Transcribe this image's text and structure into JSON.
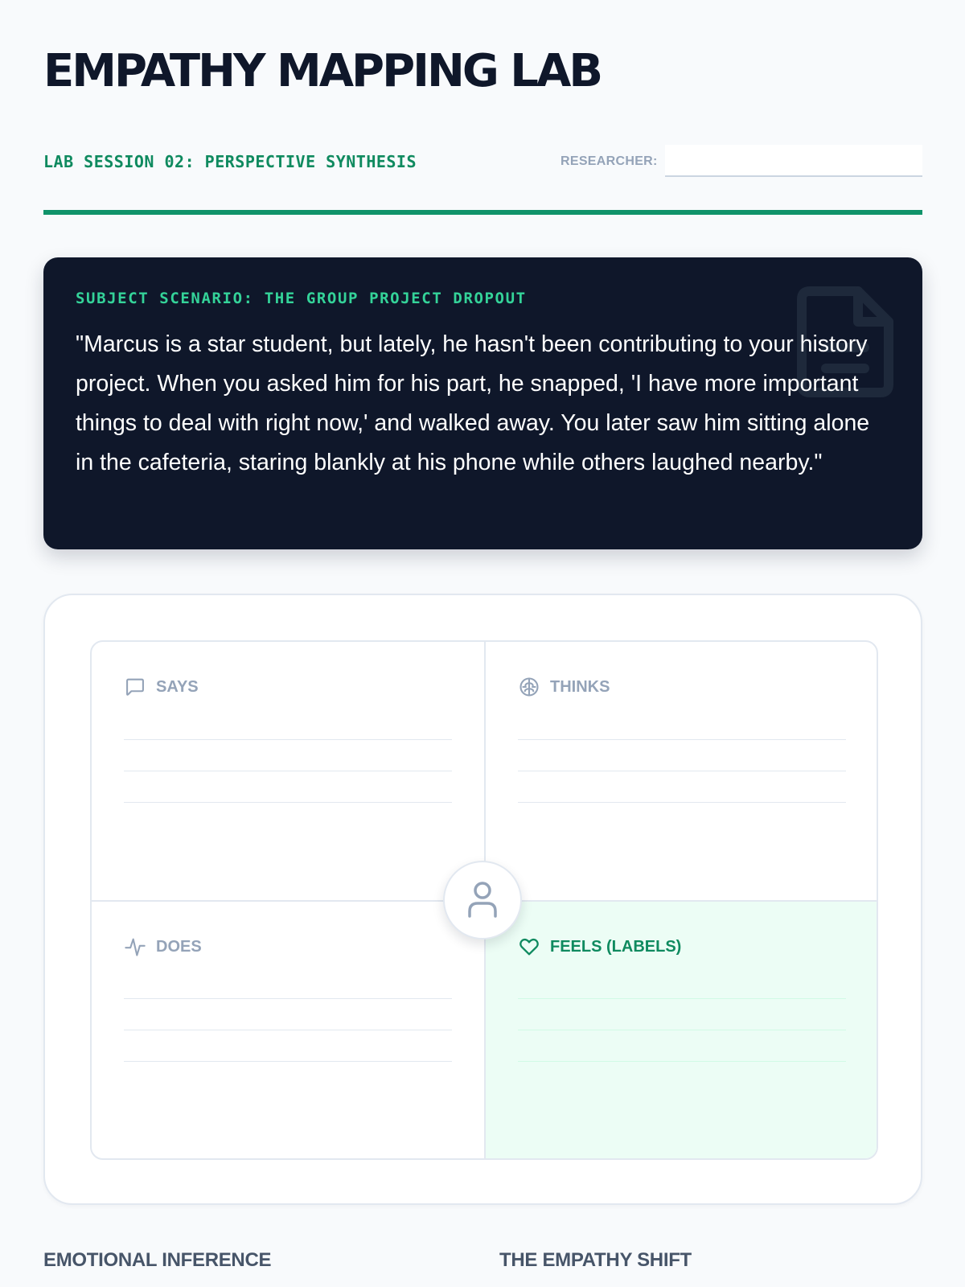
{
  "header": {
    "title": "EMPATHY MAPPING LAB",
    "session": "LAB SESSION 02: PERSPECTIVE SYNTHESIS",
    "researcher_label": "RESEARCHER:",
    "researcher_value": "",
    "accent_color": "#10936a"
  },
  "scenario": {
    "heading": "SUBJECT SCENARIO: THE GROUP PROJECT DROPOUT",
    "text": "\"Marcus is a star student, but lately, he hasn't been contributing to your history project. When you asked him for his part, he snapped, 'I have more important things to deal with right now,' and walked away. You later saw him sitting alone in the cafeteria, staring blankly at his phone while others laughed nearby.\"",
    "icon": "document-icon"
  },
  "map": {
    "quadrants": [
      {
        "key": "says",
        "label": "SAYS",
        "icon": "speech-bubble-icon"
      },
      {
        "key": "thinks",
        "label": "THINKS",
        "icon": "brain-icon"
      },
      {
        "key": "does",
        "label": "DOES",
        "icon": "activity-icon"
      },
      {
        "key": "feels",
        "label": "FEELS (LABELS)",
        "icon": "heart-icon",
        "highlight_color": "#ecfdf5"
      }
    ],
    "center_icon": "user-icon"
  },
  "sections": {
    "left_heading": "EMOTIONAL INFERENCE",
    "right_heading": "THE EMPATHY SHIFT"
  }
}
